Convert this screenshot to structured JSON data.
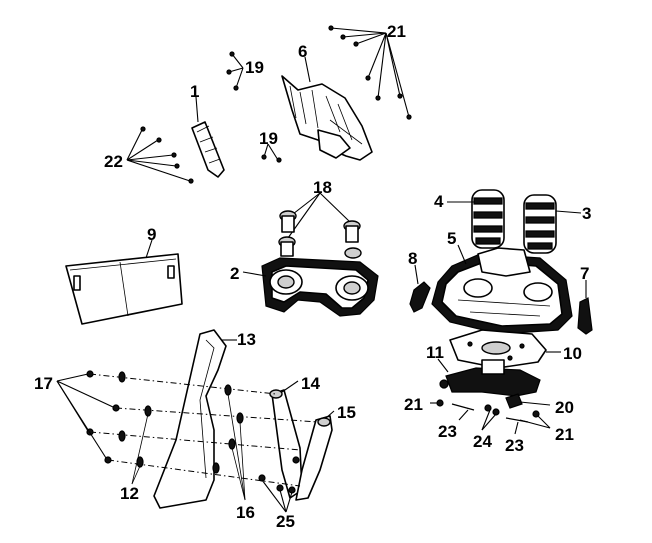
{
  "labels": {
    "l1": "1",
    "l2": "2",
    "l3": "3",
    "l4": "4",
    "l5": "5",
    "l6": "6",
    "l7": "7",
    "l8": "8",
    "l9": "9",
    "l10": "10",
    "l11": "11",
    "l12": "12",
    "l13": "13",
    "l14": "14",
    "l15": "15",
    "l16": "16",
    "l17": "17",
    "l18": "18",
    "l19a": "19",
    "l19b": "19",
    "l20": "20",
    "l21a": "21",
    "l21b": "21",
    "l21c": "21",
    "l22": "22",
    "l23a": "23",
    "l23b": "23",
    "l24": "24",
    "l25": "25"
  }
}
